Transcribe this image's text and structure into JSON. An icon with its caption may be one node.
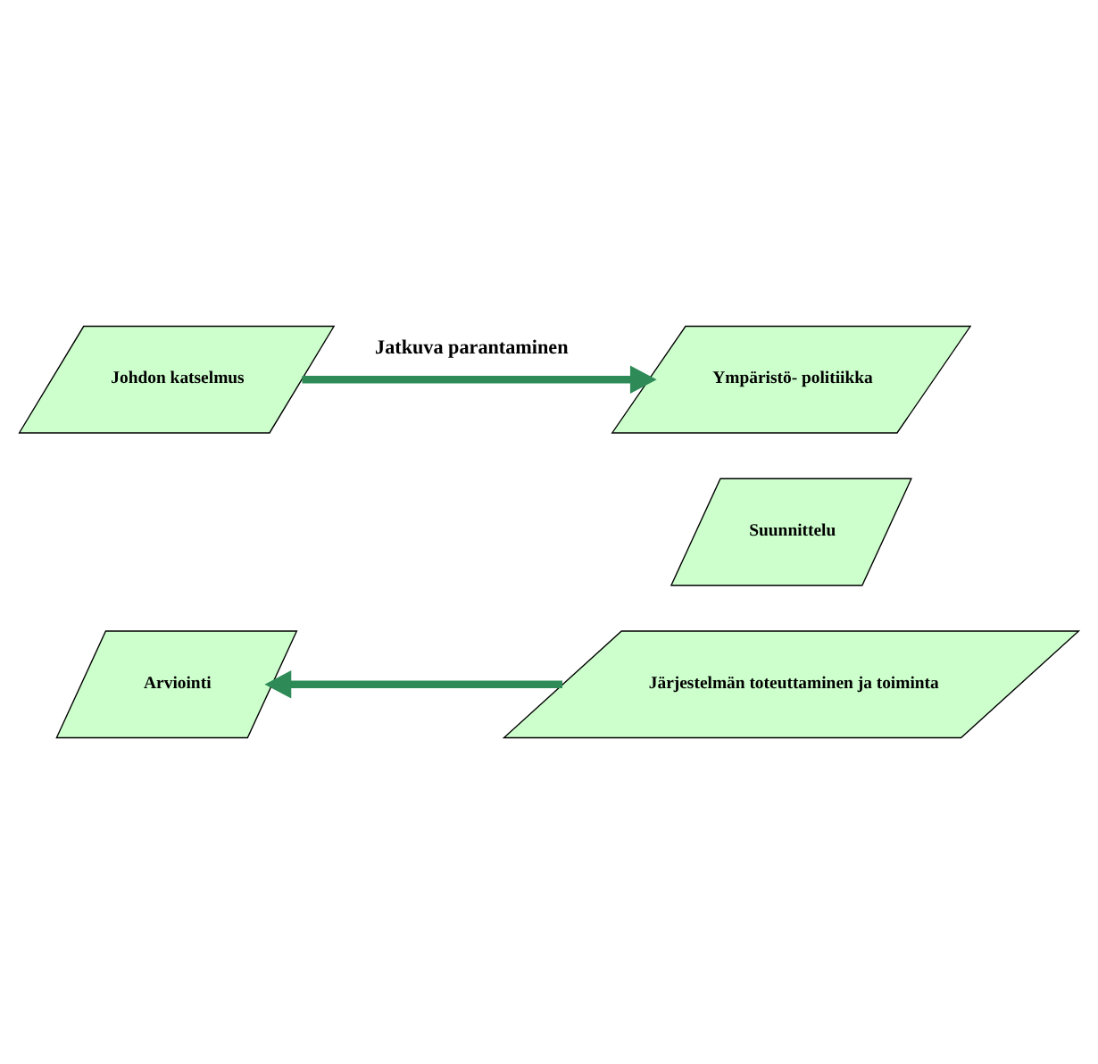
{
  "diagram": {
    "nodes": [
      {
        "text": [
          "Ympäristö- politiikka"
        ]
      },
      {
        "text": [
          "Johdon katselmus"
        ]
      },
      {
        "text": [
          "Suunnittelu"
        ]
      },
      {
        "text": [
          "Arviointi"
        ]
      },
      {
        "text": [
          "Järjestelmän toteuttaminen ja toiminta"
        ]
      }
    ],
    "edges": [
      {
        "from": 1,
        "to": 0,
        "arrow": "to",
        "label": "Jatkuva parantaminen"
      },
      {
        "from": 4,
        "to": 3,
        "arrow": "to"
      }
    ]
  }
}
